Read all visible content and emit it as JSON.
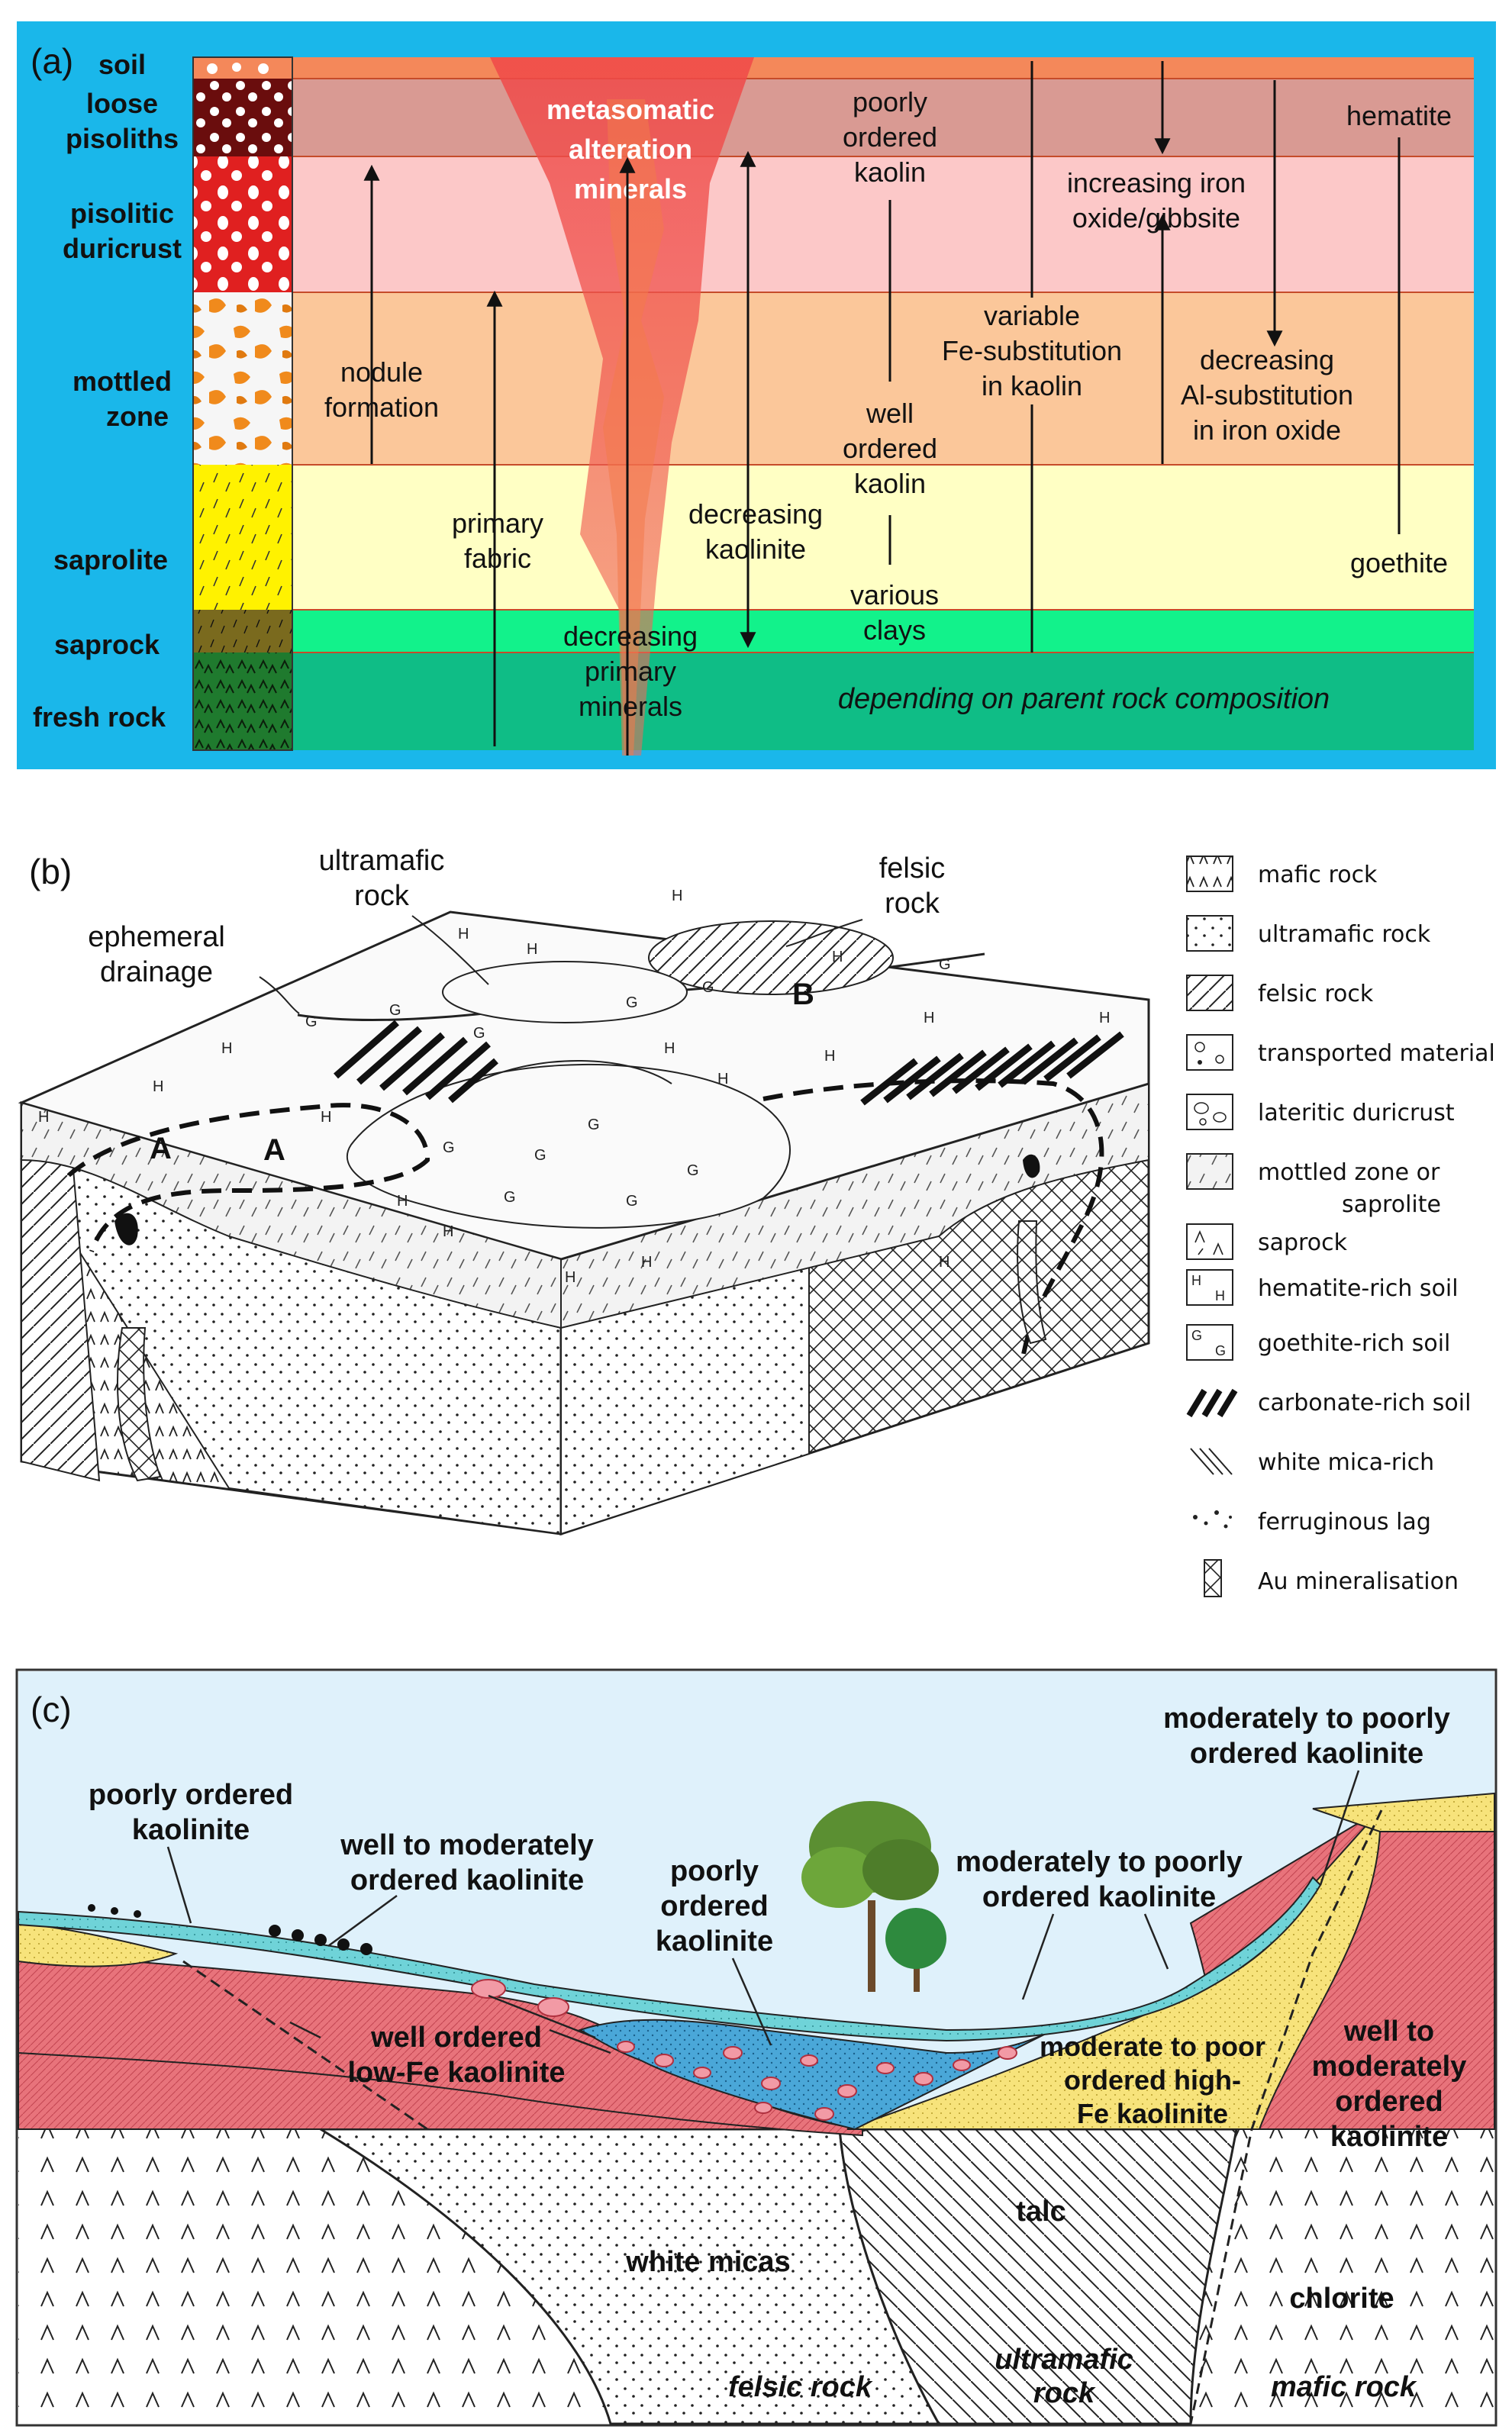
{
  "panel_a": {
    "tag": "(a)",
    "profile_labels": {
      "soil": "soil",
      "loose_pisoliths": [
        "loose",
        "pisoliths"
      ],
      "pisolitic_duricrust": [
        "pisolitic",
        "duricrust"
      ],
      "mottled_zone": [
        "mottled",
        "zone"
      ],
      "saprolite": "saprolite",
      "saprock": "saprock",
      "fresh_rock": "fresh rock"
    },
    "metasomatic": [
      "metasomatic",
      "alteration",
      "minerals"
    ],
    "nodule_formation": [
      "nodule",
      "formation"
    ],
    "primary_fabric": [
      "primary",
      "fabric"
    ],
    "decreasing_kaolinite": [
      "decreasing",
      "kaolinite"
    ],
    "decreasing_primary_minerals": [
      "decreasing",
      "primary",
      "minerals"
    ],
    "poorly_ordered_kaolin": [
      "poorly",
      "ordered",
      "kaolin"
    ],
    "well_ordered_kaolin": [
      "well",
      "ordered",
      "kaolin"
    ],
    "various_clays": [
      "various",
      "clays"
    ],
    "variable_fe_substitution": [
      "variable",
      "Fe-substitution",
      "in kaolin"
    ],
    "increasing_iron_oxide": [
      "increasing iron",
      "oxide/gibbsite"
    ],
    "decreasing_al_substitution": [
      "decreasing",
      "Al-substitution",
      "in iron oxide"
    ],
    "hematite": "hematite",
    "goethite": "goethite",
    "parent_rock": "depending on parent rock composition"
  },
  "panel_b": {
    "tag": "(b)",
    "ultramafic_rock": [
      "ultramafic",
      "rock"
    ],
    "felsic_rock": [
      "felsic",
      "rock"
    ],
    "ephemeral_drainage": [
      "ephemeral",
      "drainage"
    ],
    "label_A": "A",
    "label_B": "B",
    "legend": [
      {
        "key": "mafic",
        "label": "mafic rock"
      },
      {
        "key": "ultramafic",
        "label": "ultramafic rock"
      },
      {
        "key": "felsic",
        "label": "felsic rock"
      },
      {
        "key": "transported",
        "label": "transported material"
      },
      {
        "key": "duricrust",
        "label": "lateritic duricrust"
      },
      {
        "key": "mottled",
        "label": "mottled zone or",
        "label2": "saprolite"
      },
      {
        "key": "saprock",
        "label": "saprock"
      },
      {
        "key": "hematite",
        "label": "hematite-rich soil"
      },
      {
        "key": "goethite",
        "label": "goethite-rich soil"
      },
      {
        "key": "carbonate",
        "label": "carbonate-rich soil"
      },
      {
        "key": "mica",
        "label": "white mica-rich"
      },
      {
        "key": "lag",
        "label": "ferruginous lag"
      },
      {
        "key": "au",
        "label": "Au mineralisation"
      }
    ]
  },
  "panel_c": {
    "tag": "(c)",
    "labels": {
      "poorly_ordered_left": [
        "poorly ordered",
        "kaolinite"
      ],
      "well_to_moderately_top": [
        "well to moderately",
        "ordered kaolinite"
      ],
      "poorly_ordered_center": [
        "poorly",
        "ordered",
        "kaolinite"
      ],
      "moderately_to_poorly_mid": [
        "moderately to poorly",
        "ordered kaolinite"
      ],
      "moderately_to_poorly_top": [
        "moderately to poorly",
        "ordered kaolinite"
      ],
      "well_ordered_low_fe": [
        "well ordered",
        "low-Fe kaolinite"
      ],
      "moderate_to_poor_high_fe": [
        "moderate to poor",
        "ordered high-",
        "Fe kaolinite"
      ],
      "well_to_moderately_right": [
        "well to",
        "moderately",
        "ordered",
        "kaolinite"
      ],
      "talc": "talc",
      "white_micas": "white micas",
      "chlorite": "chlorite",
      "felsic_rock": "felsic rock",
      "ultramafic_rock": [
        "ultramafic",
        "rock"
      ],
      "mafic_rock": "mafic rock"
    }
  }
}
